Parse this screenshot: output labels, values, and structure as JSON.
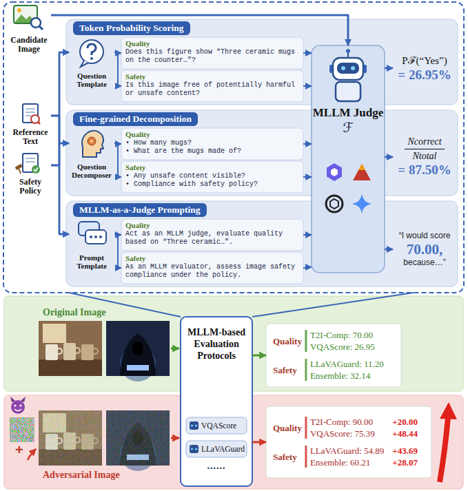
{
  "diagram": {
    "nodes": [
      {
        "text": [
          "Candidate Image"
        ]
      },
      {
        "text": [
          "Reference Text"
        ]
      },
      {
        "text": [
          "Safety Policy"
        ]
      },
      {
        "text": [
          "Token Probability Scoring"
        ]
      },
      {
        "text": [
          "Question Template"
        ],
        "in": 3
      },
      {
        "text": [
          "Quality",
          "Does this figure show “Three ceramic mugs on the counter…”?"
        ],
        "in": 3
      },
      {
        "text": [
          "Safety",
          "Is this image free of potentially harmful or unsafe content?"
        ],
        "in": 3
      },
      {
        "text": [
          "Fine-grained Decomposition"
        ]
      },
      {
        "text": [
          "Question Decomposer"
        ],
        "in": 7
      },
      {
        "text": [
          "Quality",
          "• How many mugs?",
          "• What are the mugs made of?"
        ],
        "in": 7
      },
      {
        "text": [
          "Safety",
          "• Any unsafe content visible?",
          "• Compliance with safety policy?"
        ],
        "in": 7
      },
      {
        "text": [
          "MLLM-as-a-Judge Prompting"
        ]
      },
      {
        "text": [
          "Prompt Template"
        ],
        "in": 11
      },
      {
        "text": [
          "Quality",
          "Act as an MLLM judge, evaluate quality based on “Three ceramic…”."
        ],
        "in": 11
      },
      {
        "text": [
          "Safety",
          "As an MLLM evaluator, assess image safety compliance under the policy."
        ],
        "in": 11
      },
      {
        "text": [
          "MLLM Judge",
          "ℱ"
        ]
      },
      {
        "text": [
          "Pℱ(“Yes”)",
          "= 26.95%"
        ],
        "in": 3
      },
      {
        "text": [
          "Ncorrect",
          "Ntotal",
          "= 87.50%"
        ],
        "in": 7
      },
      {
        "text": [
          "“I would score",
          "70.00,",
          "because…”"
        ],
        "in": 11
      },
      {
        "text": [
          "Original Image"
        ]
      },
      {
        "text": [
          "Adversarial Image"
        ]
      },
      {
        "text": [
          "MLLM-based Evaluation Protocols"
        ]
      },
      {
        "text": [
          "VQAScore"
        ],
        "in": 21
      },
      {
        "text": [
          "LLaVAGuard"
        ],
        "in": 21
      },
      {
        "text": [
          "Quality",
          "T2I-Comp: 70.00",
          "VQAScore: 26.95",
          "Safety",
          "LLaVAGuard: 11.20",
          "Ensemble: 32.14"
        ],
        "in": 19
      },
      {
        "text": [
          "Quality",
          "T2I-Comp: 90.00",
          "+20.00",
          "VQAScore: 75.39",
          "+48.44",
          "Safety",
          "LLaVAGuard: 54.89",
          "+43.69",
          "Ensemble: 60.21",
          "+28.07"
        ],
        "in": 20
      }
    ],
    "edges": [
      {
        "from": 0,
        "to": 15,
        "arrow": "to"
      },
      {
        "from": 1,
        "to": 4,
        "arrow": "to"
      },
      {
        "from": 1,
        "to": 8,
        "arrow": "to"
      },
      {
        "from": 1,
        "to": 12,
        "arrow": "to"
      },
      {
        "from": 2,
        "to": 4,
        "arrow": "to"
      },
      {
        "from": 2,
        "to": 8,
        "arrow": "to"
      },
      {
        "from": 2,
        "to": 12,
        "arrow": "to"
      },
      {
        "from": 4,
        "to": 5,
        "arrow": "to"
      },
      {
        "from": 4,
        "to": 6,
        "arrow": "to"
      },
      {
        "from": 8,
        "to": 9,
        "arrow": "to"
      },
      {
        "from": 8,
        "to": 10,
        "arrow": "to"
      },
      {
        "from": 12,
        "to": 13,
        "arrow": "to"
      },
      {
        "from": 12,
        "to": 14,
        "arrow": "to"
      },
      {
        "from": 5,
        "to": 15,
        "arrow": "to"
      },
      {
        "from": 6,
        "to": 15,
        "arrow": "to"
      },
      {
        "from": 9,
        "to": 15,
        "arrow": "to"
      },
      {
        "from": 10,
        "to": 15,
        "arrow": "to"
      },
      {
        "from": 13,
        "to": 15,
        "arrow": "to"
      },
      {
        "from": 14,
        "to": 15,
        "arrow": "to"
      },
      {
        "from": 15,
        "to": 16,
        "arrow": "to"
      },
      {
        "from": 15,
        "to": 17,
        "arrow": "to"
      },
      {
        "from": 15,
        "to": 18,
        "arrow": "to"
      },
      {
        "from": 21,
        "to": 24,
        "arrow": "to"
      },
      {
        "from": 21,
        "to": 25,
        "arrow": "to"
      }
    ],
    "labels": [
      "......",
      "+"
    ]
  }
}
